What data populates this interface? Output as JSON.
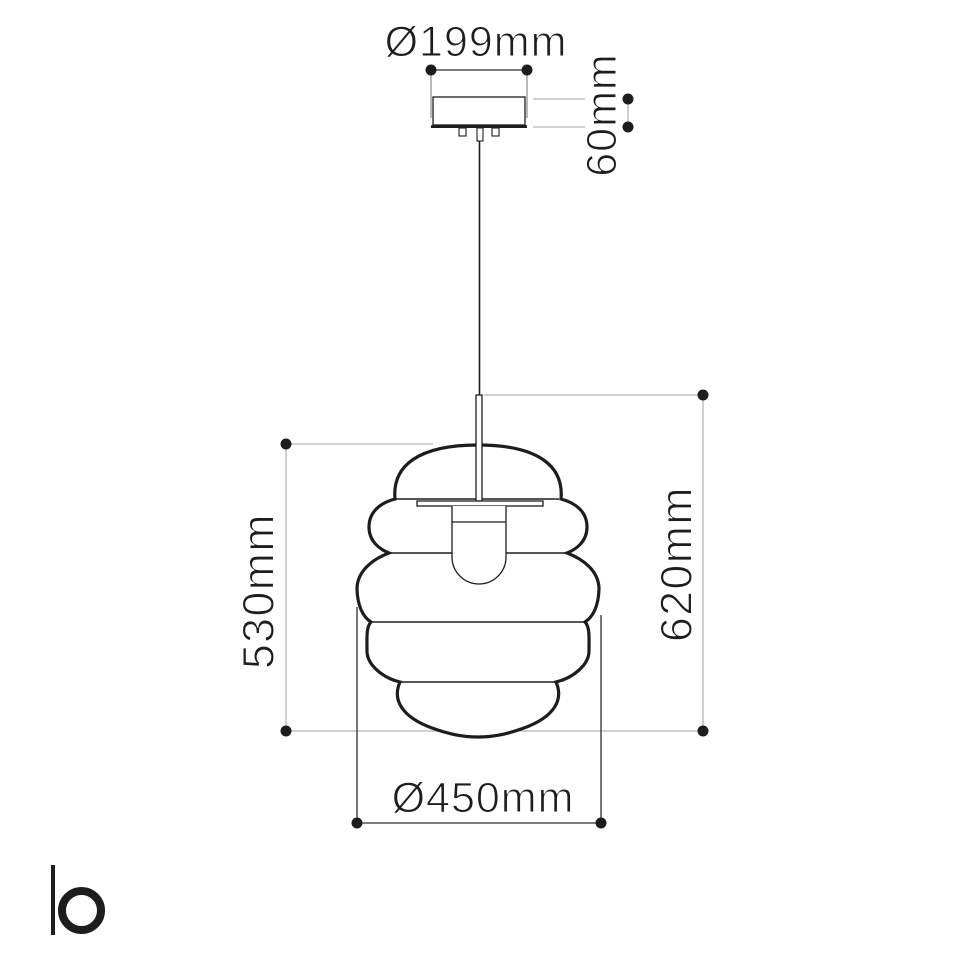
{
  "diagram": {
    "labels": {
      "canopy_diameter": "Ø199mm",
      "canopy_height": "60mm",
      "shade_height": "530mm",
      "overall_height": "620mm",
      "shade_diameter": "Ø450mm"
    },
    "colors": {
      "ink": "#1d1d1b",
      "gray": "#b5b5b5",
      "thin_dark": "#2e2e2c",
      "extension_gray": "#8a8a8a",
      "background": "#ffffff"
    },
    "logo": {
      "letter": "b"
    }
  }
}
